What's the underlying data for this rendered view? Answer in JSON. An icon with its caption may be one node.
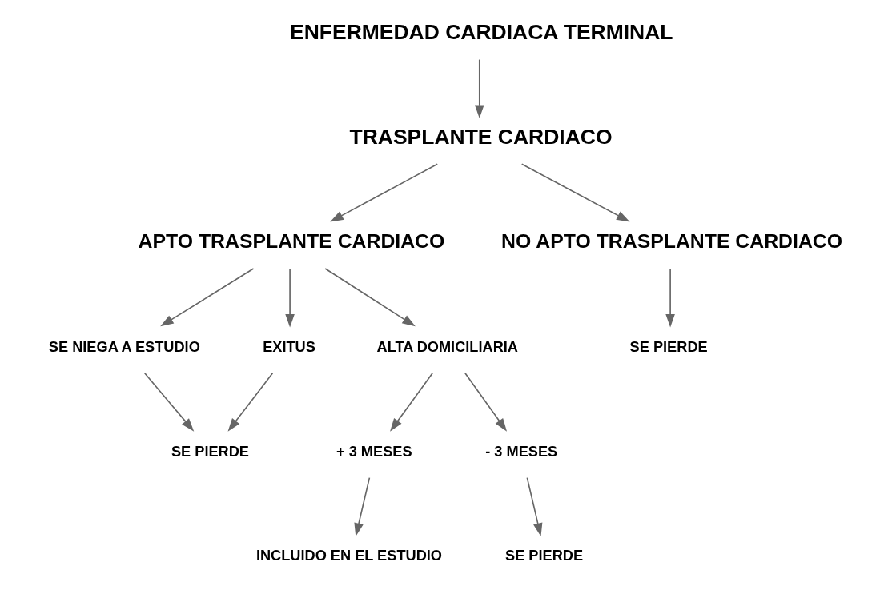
{
  "diagram": {
    "nodes": [
      {
        "text": [
          "ENFERMEDAD CARDIACA TERMINAL"
        ]
      },
      {
        "text": [
          "TRASPLANTE CARDIACO"
        ]
      },
      {
        "text": [
          "APTO TRASPLANTE CARDIACO"
        ]
      },
      {
        "text": [
          "NO APTO TRASPLANTE CARDIACO"
        ]
      },
      {
        "text": [
          "SE NIEGA A ESTUDIO"
        ]
      },
      {
        "text": [
          "EXITUS"
        ]
      },
      {
        "text": [
          "ALTA DOMICILIARIA"
        ]
      },
      {
        "text": [
          "SE PIERDE"
        ]
      },
      {
        "text": [
          "SE PIERDE"
        ]
      },
      {
        "text": [
          "+ 3 MESES"
        ]
      },
      {
        "text": [
          "- 3 MESES"
        ]
      },
      {
        "text": [
          "INCLUIDO EN EL ESTUDIO"
        ]
      },
      {
        "text": [
          "SE PIERDE"
        ]
      }
    ],
    "edges": [
      {
        "from": 0,
        "to": 1,
        "arrow": "to"
      },
      {
        "from": 1,
        "to": 2,
        "arrow": "to"
      },
      {
        "from": 1,
        "to": 3,
        "arrow": "to"
      },
      {
        "from": 2,
        "to": 4,
        "arrow": "to"
      },
      {
        "from": 2,
        "to": 5,
        "arrow": "to"
      },
      {
        "from": 2,
        "to": 6,
        "arrow": "to"
      },
      {
        "from": 3,
        "to": 7,
        "arrow": "to"
      },
      {
        "from": 4,
        "to": 8,
        "arrow": "to"
      },
      {
        "from": 5,
        "to": 8,
        "arrow": "to"
      },
      {
        "from": 6,
        "to": 9,
        "arrow": "to"
      },
      {
        "from": 6,
        "to": 10,
        "arrow": "to"
      },
      {
        "from": 9,
        "to": 11,
        "arrow": "to"
      },
      {
        "from": 10,
        "to": 12,
        "arrow": "to"
      }
    ]
  }
}
